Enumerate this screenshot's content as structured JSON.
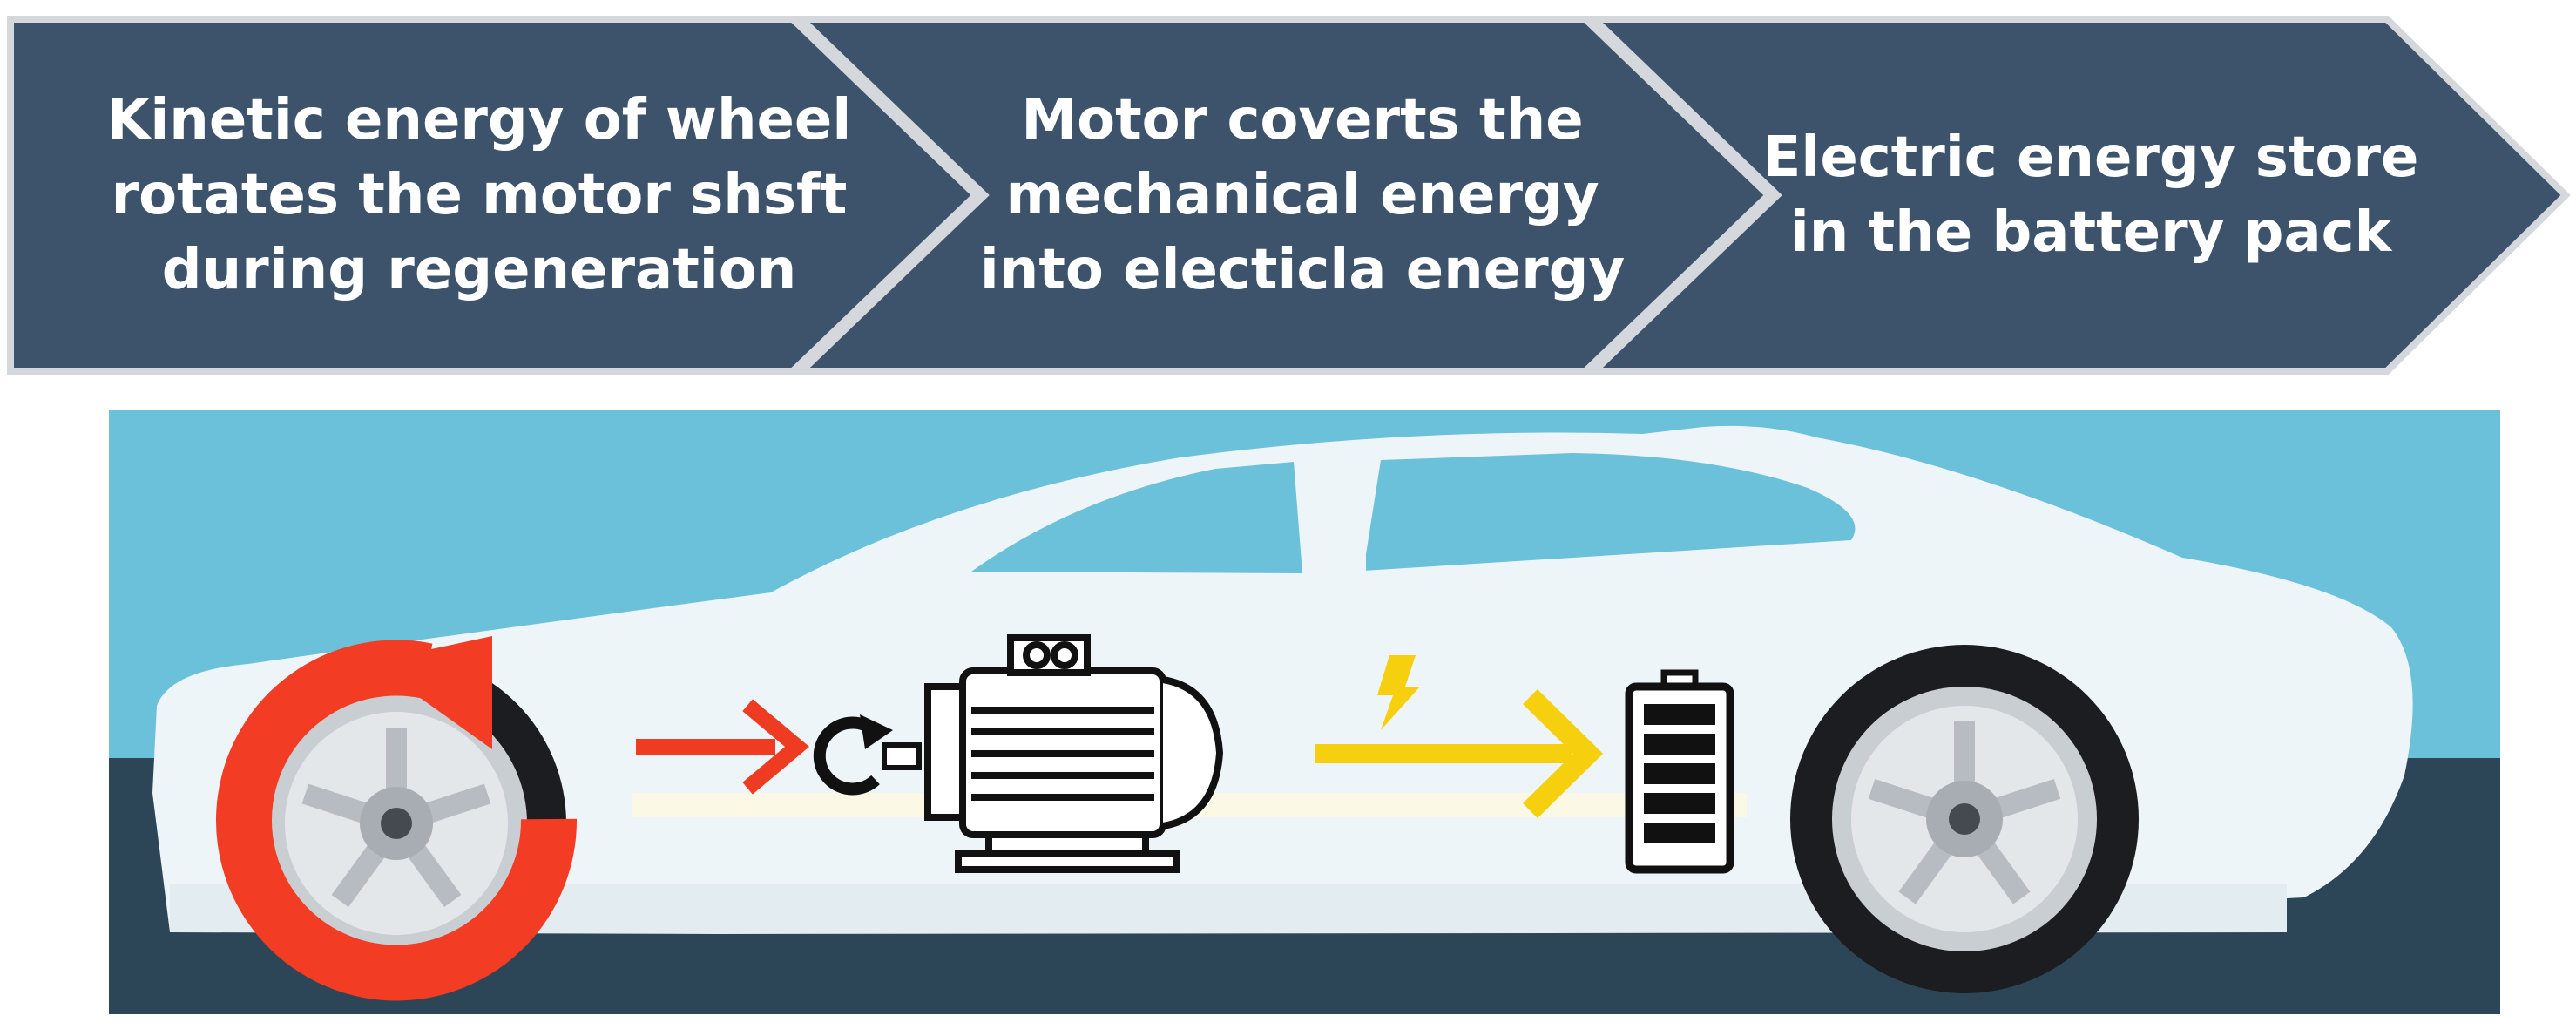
{
  "steps": [
    {
      "text": "Kinetic energy of wheel rotates the motor shsft during regeneration"
    },
    {
      "text": "Motor coverts the mechanical energy into electicla energy"
    },
    {
      "text": "Electric energy store in the battery pack"
    }
  ],
  "colors": {
    "chevron_fill": "#3d536b",
    "chevron_border": "#d4d8dd",
    "sky": "#6cc1da",
    "road": "#2c4657",
    "car_body": "#eef5f9",
    "rotation_arrow": "#f23c23",
    "mechanical_arrow": "#ee3b22",
    "electrical_arrow": "#f6cf0e"
  },
  "icons": [
    "wheel-rotation-icon",
    "motor-icon",
    "lightning-bolt-icon",
    "battery-icon"
  ]
}
